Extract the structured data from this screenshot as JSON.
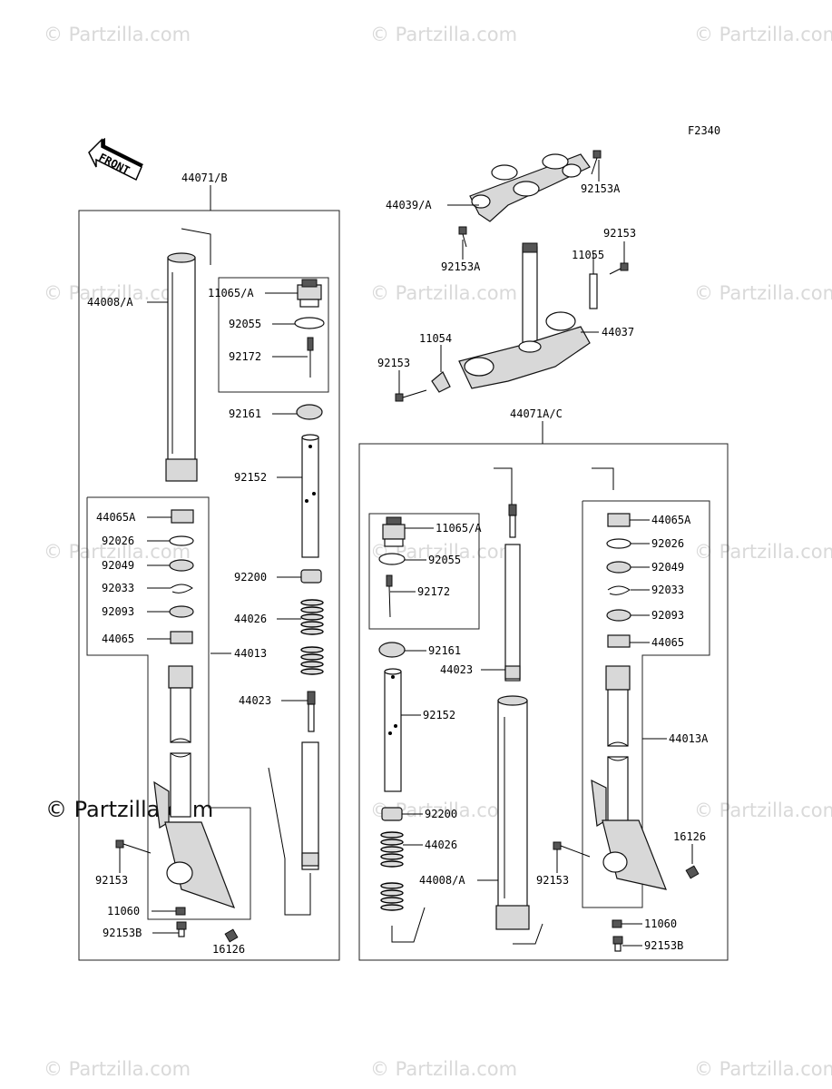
{
  "diagram_code": "F2340",
  "front_label": "FRONT",
  "watermark": "© Partzilla.com",
  "watermark_main": "© Partzilla.com",
  "callouts": {
    "c44071B": "44071/B",
    "c44008A_l": "44008/A",
    "c11065A_l": "11065/A",
    "c92055_l": "92055",
    "c92172_l": "92172",
    "c92161_l": "92161",
    "c92152_l": "92152",
    "c44065A_l": "44065A",
    "c92026_l": "92026",
    "c92049_l": "92049",
    "c92033_l": "92033",
    "c92093_l": "92093",
    "c44065_l": "44065",
    "c44013": "44013",
    "c92200_l": "92200",
    "c44026_l": "44026",
    "c44023_l": "44023",
    "c92153_l": "92153",
    "c11060_l": "11060",
    "c92153B_l": "92153B",
    "c16126_l": "16126",
    "c44039A": "44039/A",
    "c92153A_a": "92153A",
    "c92153A_b": "92153A",
    "c92153_top": "92153",
    "c11055": "11055",
    "c44037": "44037",
    "c11054": "11054",
    "c92153_mid": "92153",
    "c44071AC": "44071A/C",
    "c11065A_r": "11065/A",
    "c92055_r": "92055",
    "c92172_r": "92172",
    "c92161_r": "92161",
    "c44023_r": "44023",
    "c92152_r": "92152",
    "c92200_r": "92200",
    "c44026_r": "44026",
    "c44008A_r": "44008/A",
    "c44065A_r": "44065A",
    "c92026_r": "92026",
    "c92049_r": "92049",
    "c92033_r": "92033",
    "c92093_r": "92093",
    "c44065_r": "44065",
    "c44013A": "44013A",
    "c16126_r": "16126",
    "c92153_r": "92153",
    "c11060_r": "11060",
    "c92153B_r": "92153B"
  }
}
